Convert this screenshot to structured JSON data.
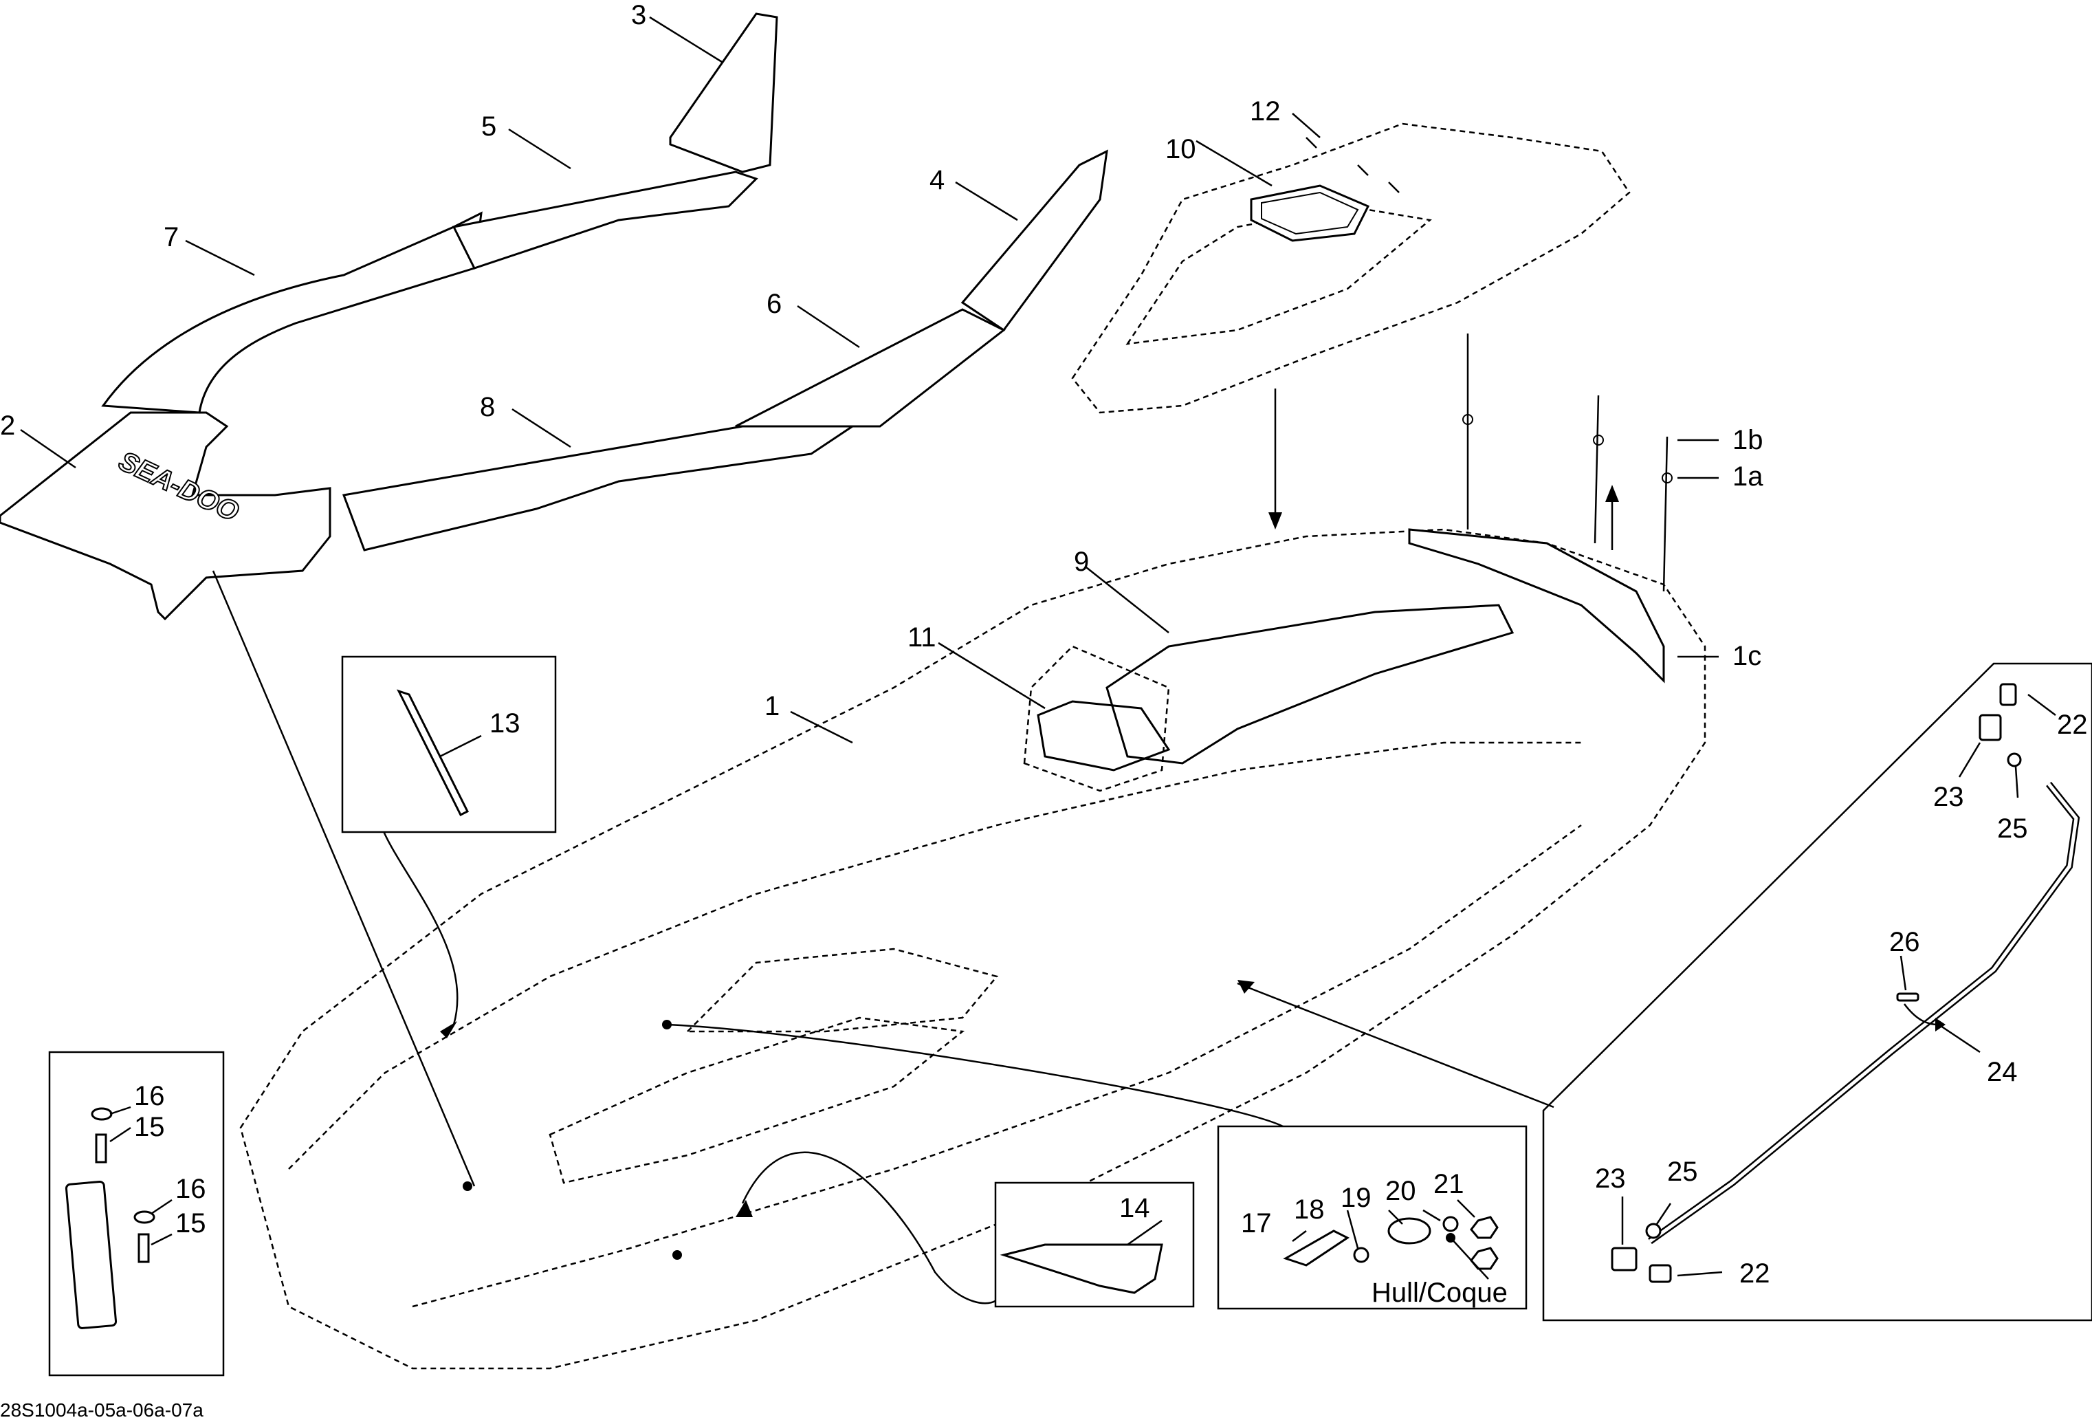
{
  "diagram": {
    "code": "28S1004a-05a-06a-07a",
    "note_text": "Hull/Coque",
    "logo_text": "SEA-DOO",
    "callouts": {
      "c1": "1",
      "c1a": "1a",
      "c1b": "1b",
      "c1c": "1c",
      "c2": "2",
      "c3": "3",
      "c4": "4",
      "c5": "5",
      "c6": "6",
      "c7": "7",
      "c8": "8",
      "c9": "9",
      "c10": "10",
      "c11": "11",
      "c12": "12",
      "c13": "13",
      "c14": "14",
      "c15a": "15",
      "c15b": "15",
      "c16a": "16",
      "c16b": "16",
      "c17": "17",
      "c18": "18",
      "c19": "19",
      "c20": "20",
      "c21": "21",
      "c22a": "22",
      "c22b": "22",
      "c23a": "23",
      "c23b": "23",
      "c24": "24",
      "c25a": "25",
      "c25b": "25",
      "c26": "26"
    }
  }
}
